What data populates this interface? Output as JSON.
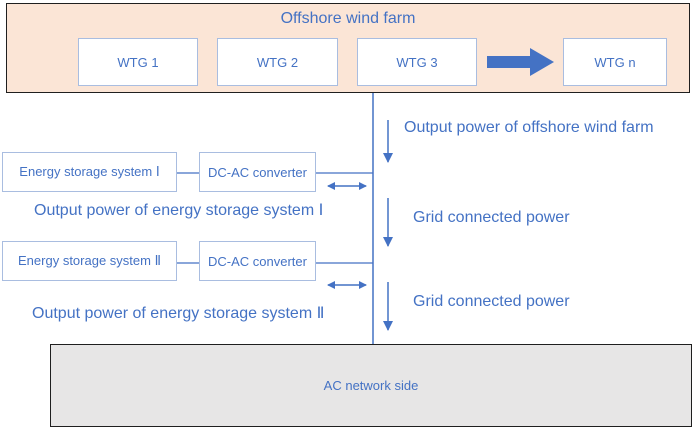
{
  "farm": {
    "title": "Offshore wind farm",
    "turbines": [
      "WTG 1",
      "WTG 2",
      "WTG 3",
      "WTG n"
    ]
  },
  "storage_branches": [
    {
      "storage_label": "Energy storage system Ⅰ",
      "converter_label": "DC-AC converter",
      "output_label": "Output power of energy storage system Ⅰ"
    },
    {
      "storage_label": "Energy storage system Ⅱ",
      "converter_label": "DC-AC converter",
      "output_label": "Output power of energy storage system Ⅱ"
    }
  ],
  "flows": {
    "farm_output": "Output power of offshore wind farm",
    "grid_power_1": "Grid connected power",
    "grid_power_2": "Grid connected power"
  },
  "network": {
    "label": "AC network side"
  },
  "colors": {
    "accent": "#4472c4",
    "farm_fill": "#fbe5d6",
    "network_fill": "#e7e6e6"
  }
}
